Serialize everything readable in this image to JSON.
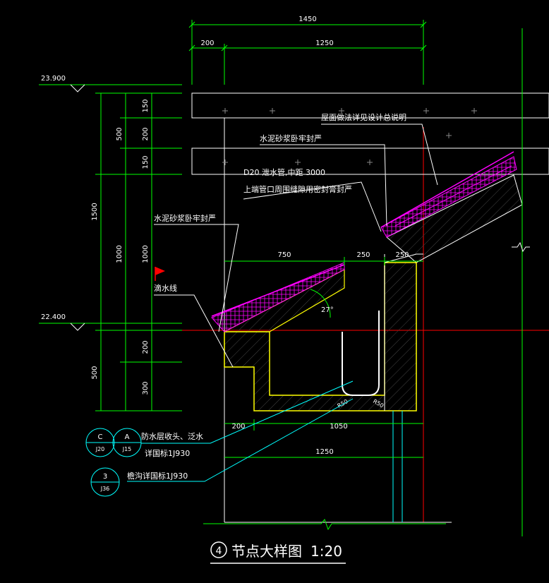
{
  "title": {
    "circle_number": "4",
    "text": "节点大样图",
    "scale": "1:20"
  },
  "colors": {
    "background": "#000000",
    "dimension": "#00ff00",
    "outline": "#ffffff",
    "concrete": "#ffff00",
    "tile": "#ff00ff",
    "leader": "#00ffff",
    "axis": "#ff0000"
  },
  "top_dims": {
    "total": "1450",
    "left": "200",
    "right": "1250"
  },
  "elevations": {
    "upper": "23.900",
    "lower": "22.400"
  },
  "left_dims": {
    "outer_top": "500",
    "outer_mid": "1500",
    "outer_bottom": "500",
    "inner_150a": "150",
    "inner_200a": "200",
    "inner_150b": "150",
    "inner_1000a": "1000",
    "inner_1000b": "1000",
    "inner_200b": "200",
    "inner_300": "300"
  },
  "gutter_dims": {
    "d750": "750",
    "d250a": "250",
    "d250b": "250"
  },
  "bottom_dims": {
    "d200": "200",
    "d1050": "1050",
    "d1250": "1250"
  },
  "notes": {
    "roof_ref": "屋面做法详见设计总说明",
    "mortar_top": "水泥砂浆卧牢封严",
    "drain_line1": "D20  泄水管,中距    3000",
    "drain_line2": "上端管口周围缝隙用密封膏封严",
    "mortar_left": "水泥砂浆卧牢封严",
    "drip": "滴水线",
    "angle": "27°",
    "r1": "R50",
    "r2": "R50",
    "waterproof_1": "防水层收头、泛水",
    "waterproof_2": "详国标1J930",
    "gutter_ref": "檐沟详国标1J930"
  },
  "callouts": {
    "c1_top": "C",
    "c1_bottom": "J20",
    "c2_top": "A",
    "c2_bottom": "J15",
    "c3_top": "3",
    "c3_bottom": "J36"
  }
}
